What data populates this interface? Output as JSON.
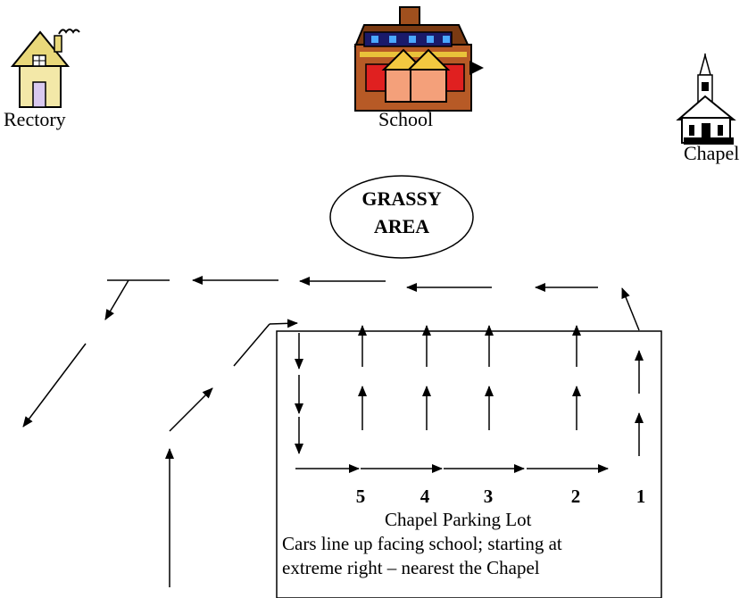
{
  "buildings": {
    "rectory": "Rectory",
    "school": "School",
    "chapel": "Chapel"
  },
  "grassy_area": {
    "line1": "GRASSY",
    "line2": "AREA"
  },
  "lot": {
    "title": "Chapel Parking Lot",
    "line2": "Cars line up facing school; starting at",
    "line3": "extreme right – nearest the Chapel",
    "rows": [
      "5",
      "4",
      "3",
      "2",
      "1"
    ]
  }
}
